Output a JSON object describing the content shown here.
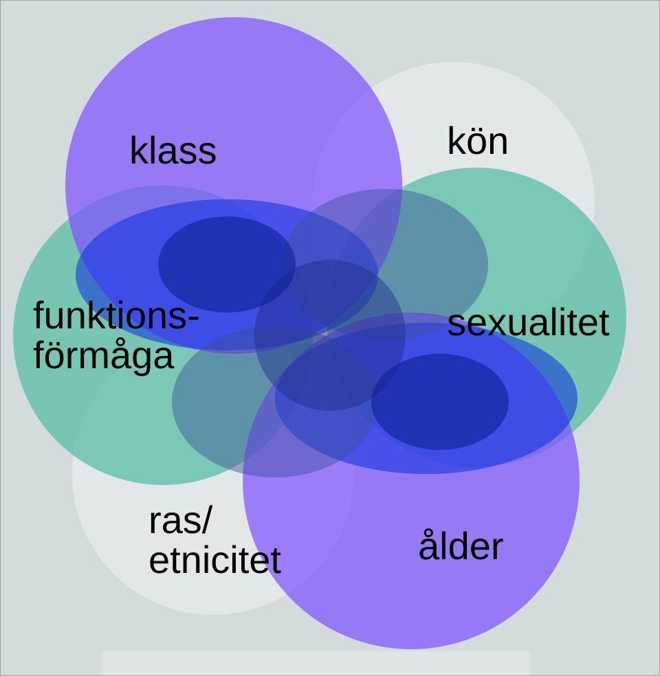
{
  "diagram": {
    "colors": {
      "background": "#d3dbdb",
      "purple": "#8c5cff",
      "teal": "#6cc4b0",
      "white_ghost": "#eef2f2",
      "blue": "#0a2fe0"
    },
    "circles": [
      {
        "id": "klass",
        "label": "klass",
        "color": "#8c5cff"
      },
      {
        "id": "kon",
        "label": "kön",
        "color": "#eef2f2"
      },
      {
        "id": "sexualitet",
        "label": "sexualitet",
        "color": "#6cc4b0"
      },
      {
        "id": "alder",
        "label": "ålder",
        "color": "#8c5cff"
      },
      {
        "id": "ras",
        "label_lines": [
          "ras/",
          "etnicitet"
        ],
        "color": "#eef2f2"
      },
      {
        "id": "funktion",
        "label_lines": [
          "funktions-",
          "förmåga"
        ],
        "color": "#6cc4b0"
      }
    ]
  }
}
